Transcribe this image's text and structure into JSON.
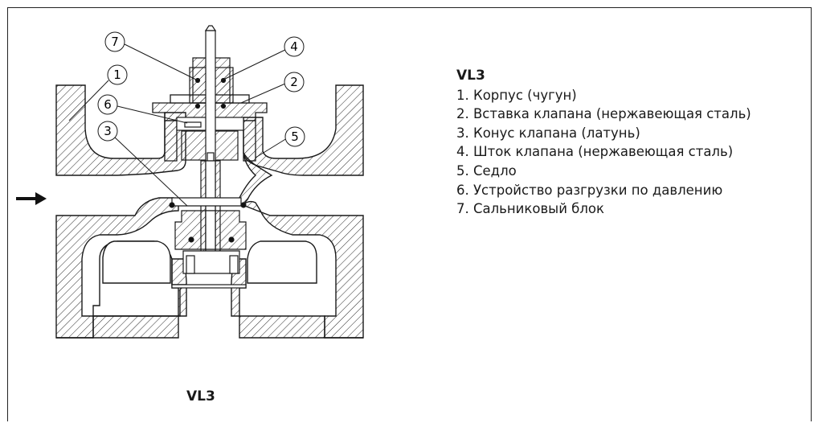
{
  "legend": {
    "title": "VL3",
    "items": [
      "1. Корпус (чугун)",
      "2. Вставка клапана (нержавеющая сталь)",
      "3. Конус клапана (латунь)",
      "4. Шток клапана (нержавеющая сталь)",
      "5. Седло",
      "6. Устройство разгрузки по давлению",
      "7. Сальниковый блок"
    ]
  },
  "caption": "VL3",
  "callouts": [
    "1",
    "2",
    "3",
    "4",
    "5",
    "6",
    "7"
  ],
  "colors": {
    "stroke": "#1a1a1a",
    "hatch": "#2a2a2a",
    "background": "#ffffff"
  }
}
